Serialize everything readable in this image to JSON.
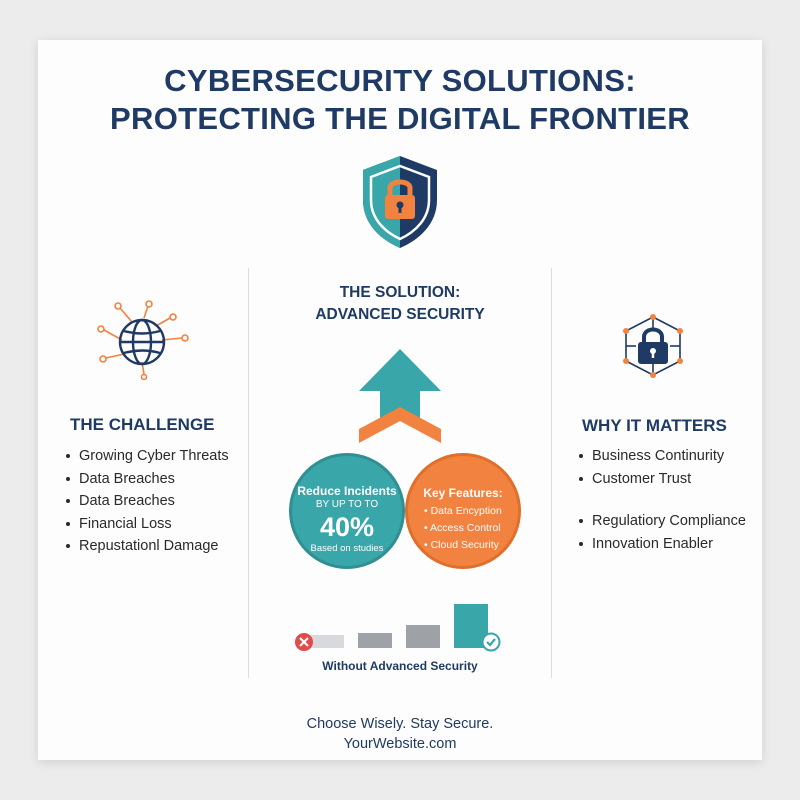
{
  "title": {
    "line1": "CYBERSECURITY SOLUTIONS:",
    "line2": "PROTECTING THE DIGITAL FRONTIER"
  },
  "challenge": {
    "heading": "THE CHALLENGE",
    "items": [
      "Growing Cyber Threats",
      "Data Breaches",
      "Data Breaches",
      "Financial Loss",
      "Repustationl Damage"
    ]
  },
  "solution": {
    "heading_line1": "THE SOLUTION:",
    "heading_line2": "ADVANCED SECURITY",
    "stat": {
      "line1": "Reduce Incidents",
      "line2": "BY UP TO TO",
      "value": "40%",
      "note": "Based on studies"
    },
    "features": {
      "title": "Key Features:",
      "items": [
        "Data Encyption",
        "Access Control",
        "Cloud Security"
      ]
    },
    "chart_caption": "Without Advanced Security"
  },
  "matters": {
    "heading": "WHY IT MATTERS",
    "items": [
      "Business Continurity",
      "Customer Trust",
      "Regulatiory Compliance",
      "Innovation Enabler"
    ]
  },
  "footer": {
    "tagline": "Choose Wisely. Stay Secure.",
    "website": "YourWebsite.com"
  },
  "colors": {
    "navy": "#1f3a64",
    "teal": "#39a6a9",
    "orange": "#f2823f",
    "red": "#e34a4a",
    "gray_bar": "#c7c9cc"
  },
  "icons": [
    "shield-lock-icon",
    "globe-network-icon",
    "lock-network-icon",
    "arrow-up-icon",
    "chevron-up-icon",
    "cross-icon",
    "check-icon"
  ]
}
